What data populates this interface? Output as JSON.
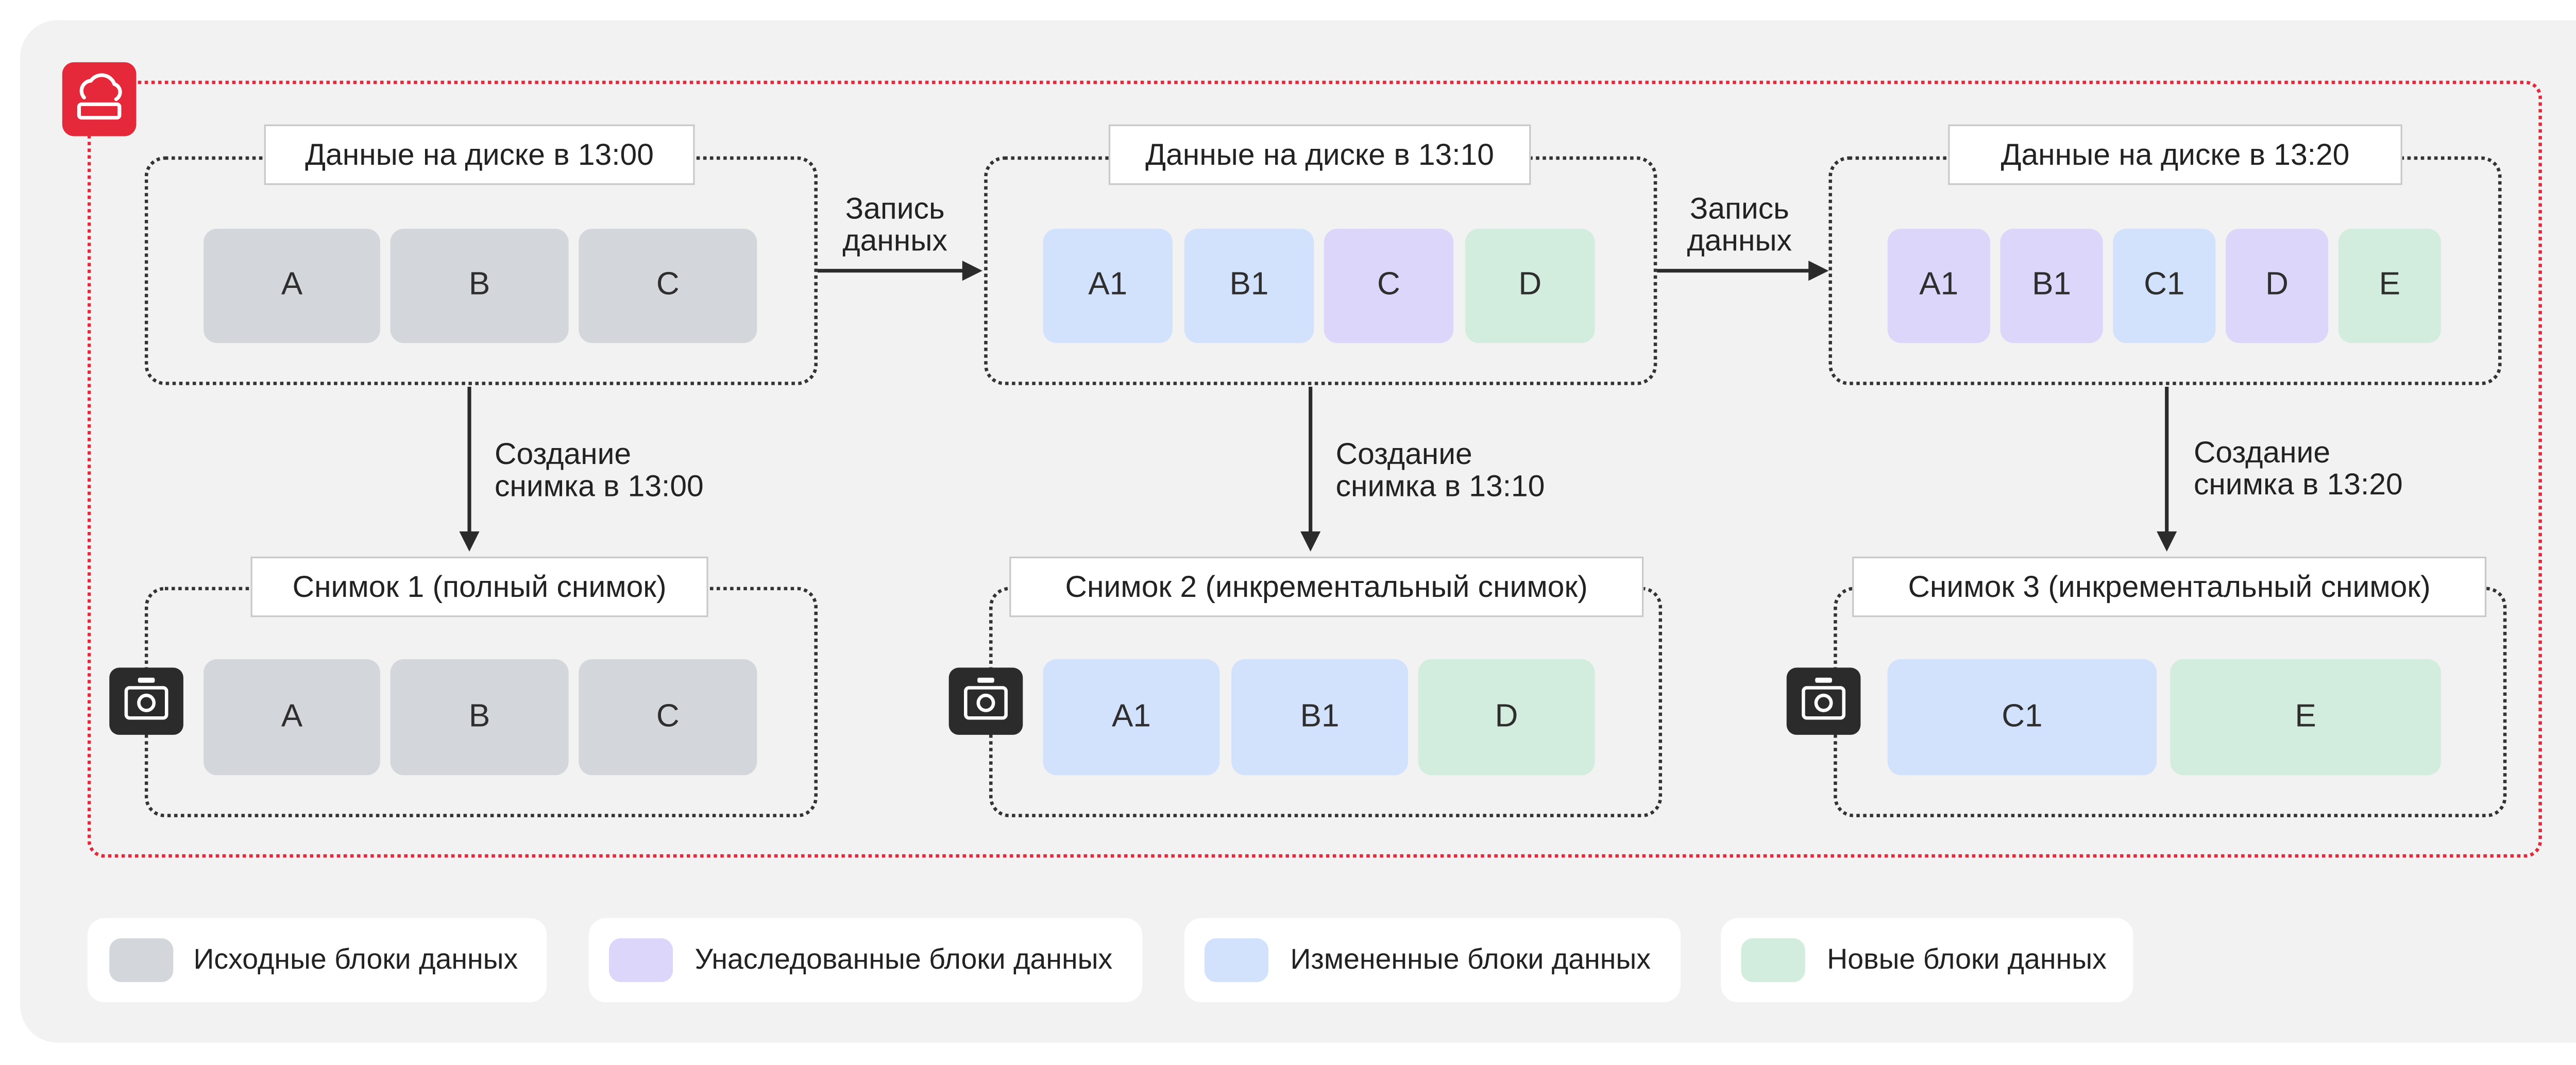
{
  "colors": {
    "original": "#d3d6db",
    "inherited": "#dcd6fb",
    "changed": "#d2e1fc",
    "new": "#d2ecdd",
    "accent": "#e5283a",
    "icon": "#2b2b2b"
  },
  "icons": {
    "cloud": "cloud-server-icon",
    "snapshot": "camera-icon"
  },
  "disks": [
    {
      "title": "Данные на диске в 13:00",
      "blocks": [
        {
          "label": "A",
          "kind": "original"
        },
        {
          "label": "B",
          "kind": "original"
        },
        {
          "label": "C",
          "kind": "original"
        }
      ]
    },
    {
      "title": "Данные на диске в 13:10",
      "blocks": [
        {
          "label": "A1",
          "kind": "changed"
        },
        {
          "label": "B1",
          "kind": "changed"
        },
        {
          "label": "C",
          "kind": "inherited"
        },
        {
          "label": "D",
          "kind": "new"
        }
      ]
    },
    {
      "title": "Данные на диске в 13:20",
      "blocks": [
        {
          "label": "A1",
          "kind": "inherited"
        },
        {
          "label": "B1",
          "kind": "inherited"
        },
        {
          "label": "C1",
          "kind": "changed"
        },
        {
          "label": "D",
          "kind": "inherited"
        },
        {
          "label": "E",
          "kind": "new"
        }
      ]
    }
  ],
  "snapshots": [
    {
      "title": "Снимок 1 (полный снимок)",
      "blocks": [
        {
          "label": "A",
          "kind": "original"
        },
        {
          "label": "B",
          "kind": "original"
        },
        {
          "label": "C",
          "kind": "original"
        }
      ]
    },
    {
      "title": "Снимок 2 (инкрементальный снимок)",
      "blocks": [
        {
          "label": "A1",
          "kind": "changed"
        },
        {
          "label": "B1",
          "kind": "changed"
        },
        {
          "label": "D",
          "kind": "new"
        }
      ]
    },
    {
      "title": "Снимок 3 (инкрементальный снимок)",
      "blocks": [
        {
          "label": "C1",
          "kind": "changed"
        },
        {
          "label": "E",
          "kind": "new"
        }
      ]
    }
  ],
  "write_arrows": [
    {
      "line1": "Запись",
      "line2": "данных"
    },
    {
      "line1": "Запись",
      "line2": "данных"
    }
  ],
  "snapshot_arrows": [
    {
      "line1": "Создание",
      "line2": "снимка в 13:00"
    },
    {
      "line1": "Создание",
      "line2": "снимка в 13:10"
    },
    {
      "line1": "Создание",
      "line2": "снимка в 13:20"
    }
  ],
  "legend": [
    {
      "kind": "original",
      "label": "Исходные блоки данных"
    },
    {
      "kind": "inherited",
      "label": "Унаследованные блоки данных"
    },
    {
      "kind": "changed",
      "label": "Измененные блоки данных"
    },
    {
      "kind": "new",
      "label": "Новые блоки данных"
    }
  ]
}
